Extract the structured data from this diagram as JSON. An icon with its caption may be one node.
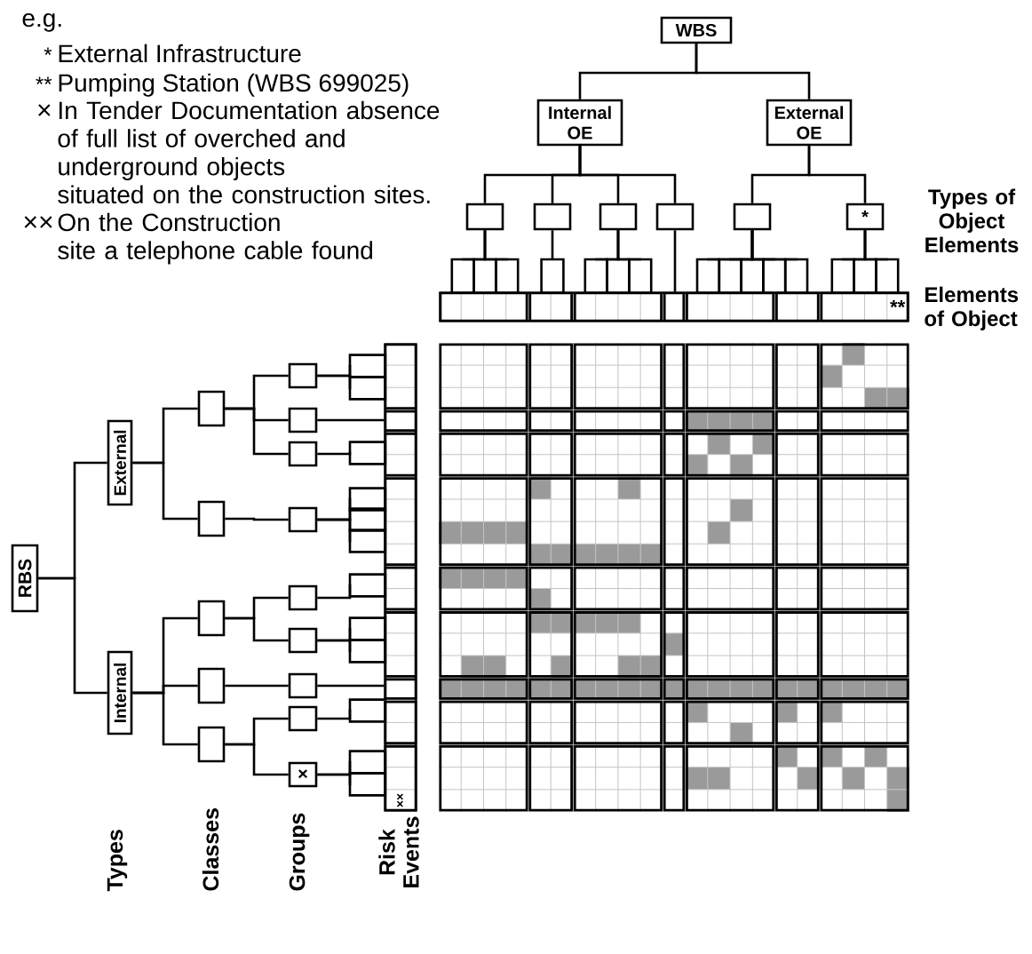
{
  "diagram": {
    "nodes": [
      {
        "text": [
          "WBS"
        ]
      },
      {
        "text": [
          "Internal OE"
        ]
      },
      {
        "text": [
          "External OE"
        ]
      },
      {
        "text": [],
        "shape": "box"
      },
      {
        "text": [],
        "shape": "box"
      },
      {
        "text": [],
        "shape": "box"
      },
      {
        "text": [],
        "shape": "box"
      },
      {
        "text": [],
        "shape": "box"
      },
      {
        "text": [
          "*"
        ]
      },
      {
        "text": [],
        "shape": "box"
      },
      {
        "text": [],
        "shape": "box"
      },
      {
        "text": [],
        "shape": "box"
      },
      {
        "text": [],
        "shape": "box"
      },
      {
        "text": [],
        "shape": "box"
      },
      {
        "text": [],
        "shape": "box"
      },
      {
        "text": [],
        "shape": "box"
      },
      {
        "text": [],
        "shape": "box"
      },
      {
        "text": [],
        "shape": "box"
      },
      {
        "text": [],
        "shape": "box"
      },
      {
        "text": [],
        "shape": "box"
      },
      {
        "text": [],
        "shape": "box"
      },
      {
        "text": [],
        "shape": "box"
      },
      {
        "text": [],
        "shape": "box"
      },
      {
        "text": [],
        "shape": "box"
      },
      {
        "text": [
          "**"
        ]
      },
      {
        "text": [
          "RBS"
        ]
      },
      {
        "text": [
          "External"
        ]
      },
      {
        "text": [
          "Internal"
        ]
      },
      {
        "text": [],
        "shape": "box"
      },
      {
        "text": [],
        "shape": "box"
      },
      {
        "text": [],
        "shape": "box"
      },
      {
        "text": [],
        "shape": "box"
      },
      {
        "text": [],
        "shape": "box"
      },
      {
        "text": [],
        "shape": "box"
      },
      {
        "text": [],
        "shape": "box"
      },
      {
        "text": [],
        "shape": "box"
      },
      {
        "text": [],
        "shape": "box"
      },
      {
        "text": [],
        "shape": "box"
      },
      {
        "text": [],
        "shape": "box"
      },
      {
        "text": [],
        "shape": "box"
      },
      {
        "text": [],
        "shape": "box"
      },
      {
        "text": [
          "×"
        ]
      },
      {
        "text": [],
        "shape": "box"
      },
      {
        "text": [],
        "shape": "box"
      },
      {
        "text": [],
        "shape": "box"
      },
      {
        "text": [],
        "shape": "box"
      },
      {
        "text": [],
        "shape": "box"
      },
      {
        "text": [],
        "shape": "box"
      },
      {
        "text": [],
        "shape": "box"
      },
      {
        "text": [],
        "shape": "box"
      },
      {
        "text": [],
        "shape": "box"
      },
      {
        "text": [],
        "shape": "box"
      },
      {
        "text": [],
        "shape": "box"
      },
      {
        "text": [],
        "shape": "box"
      },
      {
        "text": [
          "××"
        ]
      }
    ],
    "edges": [
      {
        "from": 0,
        "to": 1,
        "arrow": "none"
      },
      {
        "from": 0,
        "to": 2,
        "arrow": "none"
      },
      {
        "from": 1,
        "to": 3,
        "arrow": "none"
      },
      {
        "from": 1,
        "to": 4,
        "arrow": "none"
      },
      {
        "from": 1,
        "to": 5,
        "arrow": "none"
      },
      {
        "from": 1,
        "to": 6,
        "arrow": "none"
      },
      {
        "from": 2,
        "to": 7,
        "arrow": "none"
      },
      {
        "from": 2,
        "to": 8,
        "arrow": "none"
      },
      {
        "from": 3,
        "to": 9,
        "arrow": "none"
      },
      {
        "from": 3,
        "to": 10,
        "arrow": "none"
      },
      {
        "from": 3,
        "to": 11,
        "arrow": "none"
      },
      {
        "from": 4,
        "to": 12,
        "arrow": "none"
      },
      {
        "from": 5,
        "to": 13,
        "arrow": "none"
      },
      {
        "from": 5,
        "to": 14,
        "arrow": "none"
      },
      {
        "from": 5,
        "to": 15,
        "arrow": "none"
      },
      {
        "from": 6,
        "to": 24,
        "arrow": "none"
      },
      {
        "from": 7,
        "to": 16,
        "arrow": "none"
      },
      {
        "from": 7,
        "to": 17,
        "arrow": "none"
      },
      {
        "from": 7,
        "to": 18,
        "arrow": "none"
      },
      {
        "from": 7,
        "to": 19,
        "arrow": "none"
      },
      {
        "from": 7,
        "to": 20,
        "arrow": "none"
      },
      {
        "from": 8,
        "to": 21,
        "arrow": "none"
      },
      {
        "from": 8,
        "to": 22,
        "arrow": "none"
      },
      {
        "from": 8,
        "to": 23,
        "arrow": "none"
      },
      {
        "from": 25,
        "to": 26,
        "arrow": "none"
      },
      {
        "from": 25,
        "to": 27,
        "arrow": "none"
      },
      {
        "from": 26,
        "to": 28,
        "arrow": "none"
      },
      {
        "from": 26,
        "to": 29,
        "arrow": "none"
      },
      {
        "from": 27,
        "to": 30,
        "arrow": "none"
      },
      {
        "from": 27,
        "to": 31,
        "arrow": "none"
      },
      {
        "from": 27,
        "to": 32,
        "arrow": "none"
      },
      {
        "from": 28,
        "to": 33,
        "arrow": "none"
      },
      {
        "from": 28,
        "to": 34,
        "arrow": "none"
      },
      {
        "from": 28,
        "to": 35,
        "arrow": "none"
      },
      {
        "from": 29,
        "to": 36,
        "arrow": "none"
      },
      {
        "from": 30,
        "to": 37,
        "arrow": "none"
      },
      {
        "from": 30,
        "to": 38,
        "arrow": "none"
      },
      {
        "from": 31,
        "to": 39,
        "arrow": "none"
      },
      {
        "from": 32,
        "to": 40,
        "arrow": "none"
      },
      {
        "from": 32,
        "to": 41,
        "arrow": "none"
      },
      {
        "from": 33,
        "to": 42,
        "arrow": "none"
      },
      {
        "from": 33,
        "to": 43,
        "arrow": "none"
      },
      {
        "from": 34,
        "to": 54,
        "arrow": "none"
      },
      {
        "from": 35,
        "to": 44,
        "arrow": "none"
      },
      {
        "from": 36,
        "to": 45,
        "arrow": "none"
      },
      {
        "from": 36,
        "to": 46,
        "arrow": "none"
      },
      {
        "from": 36,
        "to": 47,
        "arrow": "none"
      },
      {
        "from": 37,
        "to": 48,
        "arrow": "none"
      },
      {
        "from": 38,
        "to": 49,
        "arrow": "none"
      },
      {
        "from": 38,
        "to": 50,
        "arrow": "none"
      },
      {
        "from": 39,
        "to": 54,
        "arrow": "none"
      },
      {
        "from": 40,
        "to": 51,
        "arrow": "none"
      },
      {
        "from": 41,
        "to": 52,
        "arrow": "none"
      },
      {
        "from": 41,
        "to": 53,
        "arrow": "none"
      }
    ],
    "labels": [
      "e.g.",
      "*",
      "External Infrastructure",
      "**",
      "Pumping Station (WBS 699025)",
      "×",
      "In Tender Documentation absence of full list of overched and underground objects situated on the construction sites.",
      "××",
      "On the Construction site a telephone cable found",
      "Types of Object Elements",
      "Elements of Object",
      "Types",
      "Classes",
      "Groups",
      "Risk Events"
    ]
  }
}
